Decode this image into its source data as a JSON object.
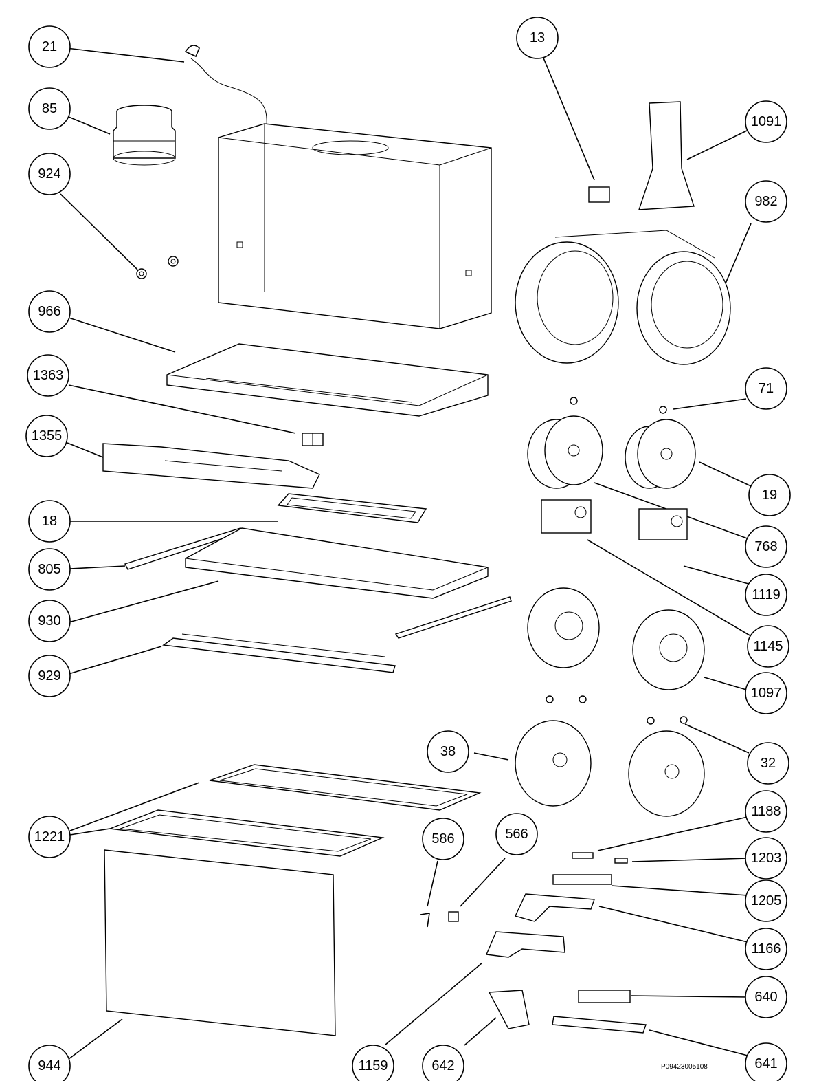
{
  "document_code": "P09423005108",
  "callouts": [
    {
      "id": "c21",
      "label": "21"
    },
    {
      "id": "c85",
      "label": "85"
    },
    {
      "id": "c924",
      "label": "924"
    },
    {
      "id": "c966",
      "label": "966"
    },
    {
      "id": "c1363",
      "label": "1363"
    },
    {
      "id": "c1355",
      "label": "1355"
    },
    {
      "id": "c18",
      "label": "18"
    },
    {
      "id": "c805",
      "label": "805"
    },
    {
      "id": "c930",
      "label": "930"
    },
    {
      "id": "c929",
      "label": "929"
    },
    {
      "id": "c1221",
      "label": "1221"
    },
    {
      "id": "c944",
      "label": "944"
    },
    {
      "id": "c13",
      "label": "13"
    },
    {
      "id": "c1091",
      "label": "1091"
    },
    {
      "id": "c982",
      "label": "982"
    },
    {
      "id": "c71",
      "label": "71"
    },
    {
      "id": "c19",
      "label": "19"
    },
    {
      "id": "c768",
      "label": "768"
    },
    {
      "id": "c1119",
      "label": "1119"
    },
    {
      "id": "c1145",
      "label": "1145"
    },
    {
      "id": "c1097",
      "label": "1097"
    },
    {
      "id": "c38",
      "label": "38"
    },
    {
      "id": "c32",
      "label": "32"
    },
    {
      "id": "c1188",
      "label": "1188"
    },
    {
      "id": "c1203",
      "label": "1203"
    },
    {
      "id": "c1205",
      "label": "1205"
    },
    {
      "id": "c1166",
      "label": "1166"
    },
    {
      "id": "c640",
      "label": "640"
    },
    {
      "id": "c641",
      "label": "641"
    },
    {
      "id": "c586",
      "label": "586"
    },
    {
      "id": "c566",
      "label": "566"
    },
    {
      "id": "c1159",
      "label": "1159"
    },
    {
      "id": "c642",
      "label": "642"
    }
  ]
}
